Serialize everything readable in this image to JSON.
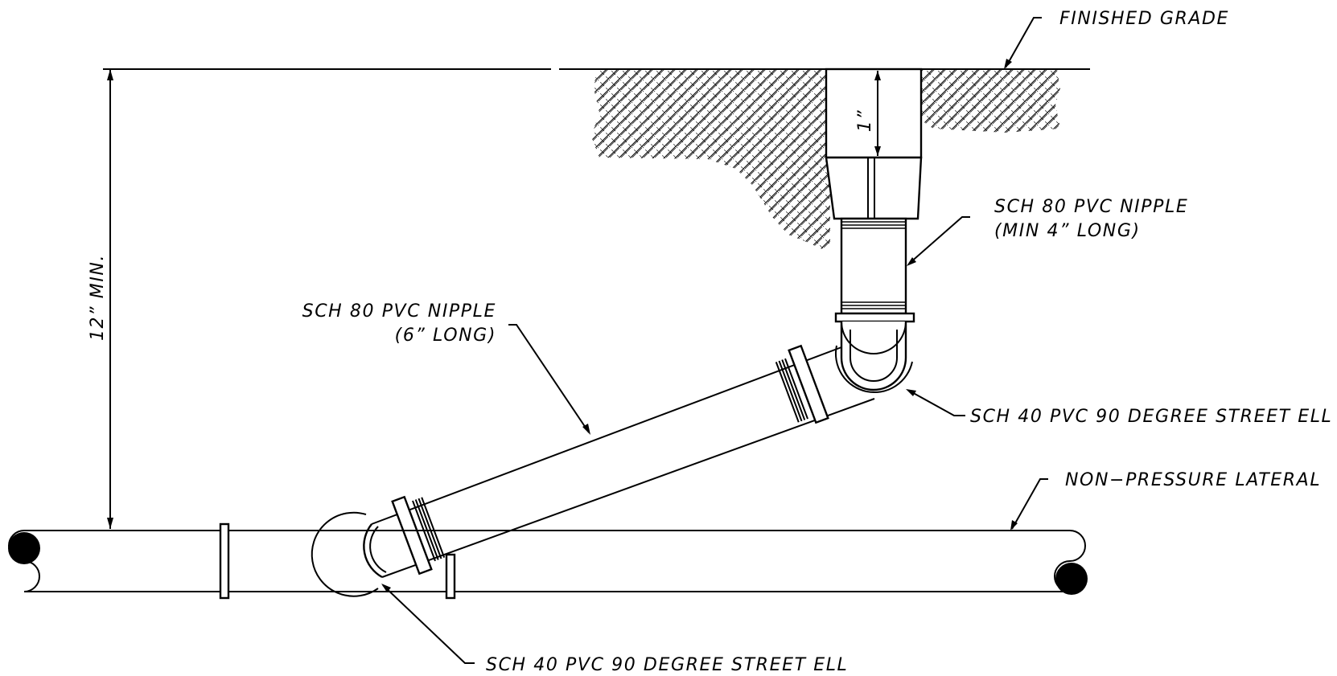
{
  "labels": {
    "finished_grade": "FINISHED GRADE",
    "nipple_vertical_line1": "SCH 80 PVC NIPPLE",
    "nipple_vertical_line2": "(MIN 4” LONG)",
    "nipple_diagonal_line1": "SCH 80 PVC NIPPLE",
    "nipple_diagonal_line2": "(6” LONG)",
    "street_ell_upper": "SCH 40 PVC 90 DEGREE STREET ELL",
    "street_ell_lower": "SCH 40 PVC 90 DEGREE STREET ELL",
    "non_pressure_lateral": "NON−PRESSURE LATERAL",
    "depth_dimension": "12” MIN.",
    "cap_dimension": "1”"
  },
  "colors": {
    "line": "#000000",
    "background": "#ffffff",
    "soil_hatch": "#000000"
  }
}
